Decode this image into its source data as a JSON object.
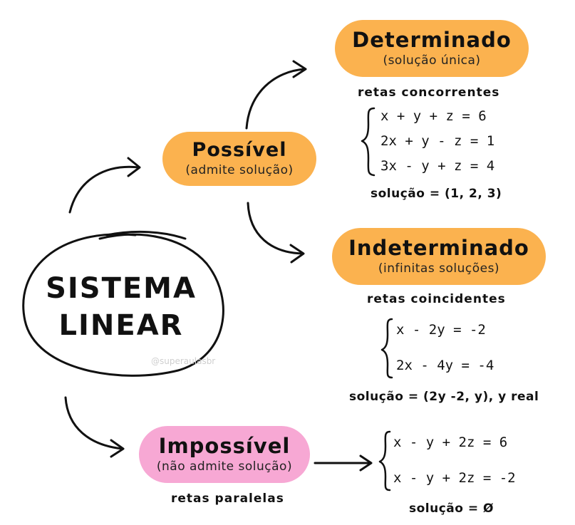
{
  "center": {
    "line1": "SISTEMA",
    "line2": "LINEAR"
  },
  "watermark": "@superaulasbr",
  "colors": {
    "orange": "#FBB24F",
    "pink": "#F7A8D4",
    "ink": "#111111"
  },
  "possivel": {
    "title": "Possível",
    "subtitle": "(admite solução)"
  },
  "determinado": {
    "title": "Determinado",
    "subtitle": "(solução única)",
    "retas": "retas concorrentes",
    "equations": [
      "x + y + z = 6",
      "2x + y - z = 1",
      "3x - y + z = 4"
    ],
    "solution": "solução = (1, 2, 3)"
  },
  "indeterminado": {
    "title": "Indeterminado",
    "subtitle": "(infinitas soluções)",
    "retas": "retas coincidentes",
    "equations": [
      "x - 2y = -2",
      "2x - 4y = -4"
    ],
    "solution": "solução = (2y -2, y), y real"
  },
  "impossivel": {
    "title": "Impossível",
    "subtitle": "(não admite solução)",
    "retas": "retas paralelas",
    "equations": [
      "x - y + 2z = 6",
      "x - y + 2z = -2"
    ],
    "solution": "solução = Ø"
  }
}
